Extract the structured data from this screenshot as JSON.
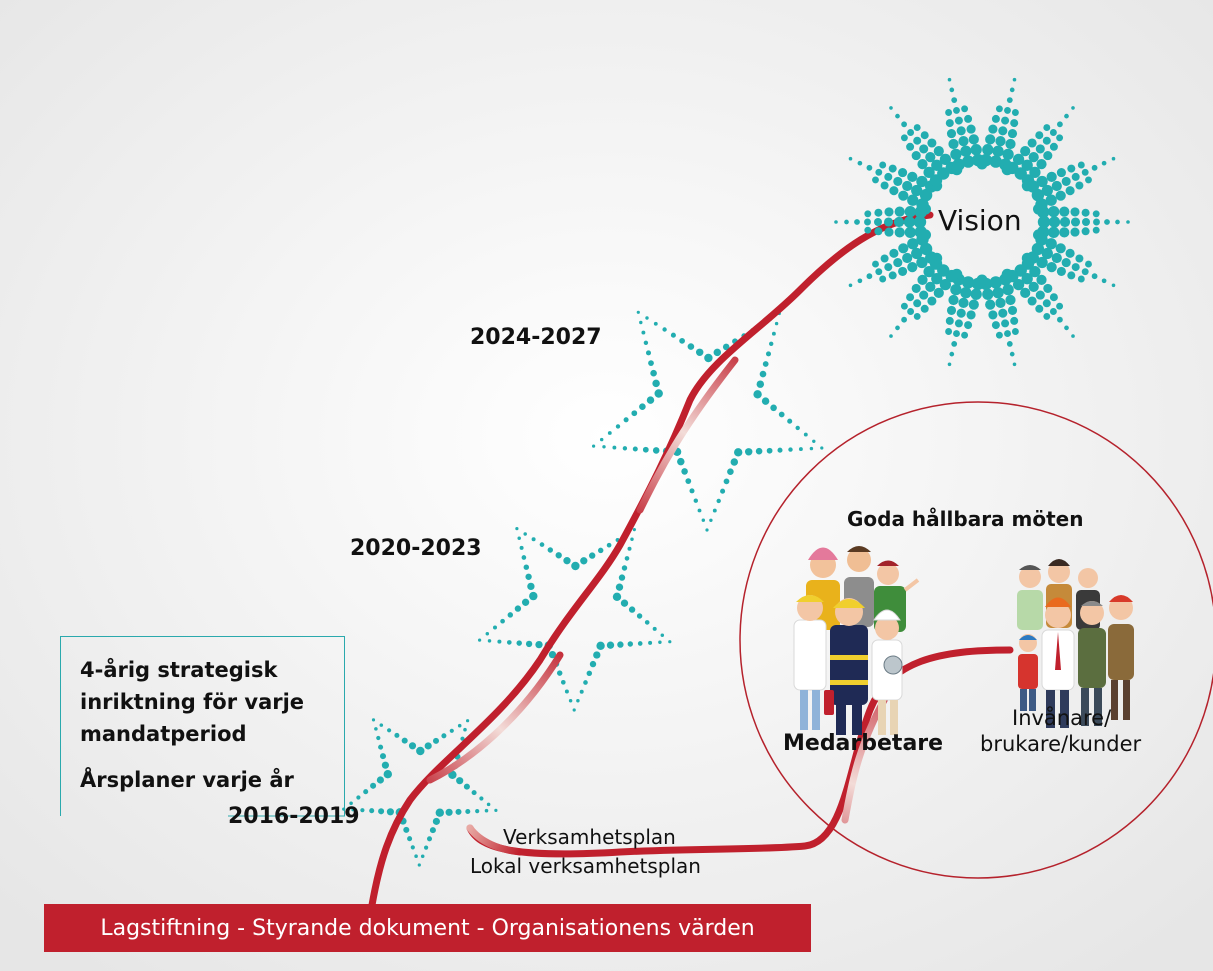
{
  "colors": {
    "road": "#c0202d",
    "teal": "#22adb0",
    "circle_outline": "#b5222c",
    "background": "#f4f4f4",
    "banner_text": "#ffffff"
  },
  "milestones": {
    "vision": "Vision",
    "p2024": "2024-2027",
    "p2020": "2020-2023",
    "p2016": "2016-2019"
  },
  "info_box": {
    "line1": "4-årig strategisk",
    "line2": "inriktning för varje",
    "line3": "mandatperiod",
    "line4": "Årsplaner varje år"
  },
  "plans": {
    "line1": "Verksamhetsplan",
    "line2": "Lokal verksamhetsplan"
  },
  "meeting_circle": {
    "title": "Goda hållbara möten",
    "staff": "Medarbetare",
    "residents_line1": "Invånare/",
    "residents_line2": "brukare/kunder"
  },
  "banner": "Lagstiftning - Styrande dokument - Organisationens värden",
  "icons": [
    "staff-people-illustration",
    "residents-people-illustration",
    "star-icon",
    "sun-burst-icon"
  ]
}
